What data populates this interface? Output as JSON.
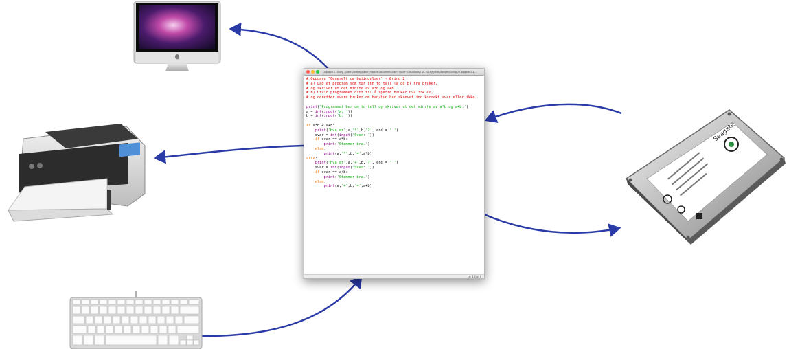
{
  "editor": {
    "title": "Oppgave 2 - Ikuzy - /Users/andreji/Library/Mobile Documents/com~apple~CloudDocs/TDK 2018/Python/Bongen/Øving 2/Oppgave 2-1...",
    "status": "Ln: 1   Col: 0",
    "code_lines": [
      [
        {
          "t": "# Oppgave \"Generelt om betingelser\" - Øving 2",
          "c": "c"
        }
      ],
      [
        {
          "t": "# a) Lag et program som tar inn to tall (a og b) fra bruker,",
          "c": "c"
        }
      ],
      [
        {
          "t": "# og skriver ut det minste av a*b og a+b.",
          "c": "c"
        }
      ],
      [
        {
          "t": "# b) Utvid programmet ditt til å spørre bruker hva 3*4 er,",
          "c": "c"
        }
      ],
      [
        {
          "t": "# og deretter svare bruker om han/hun har skrevet inn korrekt svar eller ikke.",
          "c": "c"
        }
      ],
      [],
      [
        {
          "t": "print",
          "c": "b"
        },
        {
          "t": "("
        },
        {
          "t": "'Programmet ber om to tall og skriver ut det minste av a*b og a+b.'",
          "c": "s"
        },
        {
          "t": ")"
        }
      ],
      [
        {
          "t": "a = "
        },
        {
          "t": "int",
          "c": "b"
        },
        {
          "t": "("
        },
        {
          "t": "input",
          "c": "b"
        },
        {
          "t": "("
        },
        {
          "t": "'a: '",
          "c": "s"
        },
        {
          "t": "))"
        }
      ],
      [
        {
          "t": "b = "
        },
        {
          "t": "int",
          "c": "b"
        },
        {
          "t": "("
        },
        {
          "t": "input",
          "c": "b"
        },
        {
          "t": "("
        },
        {
          "t": "'b: '",
          "c": "s"
        },
        {
          "t": "))"
        }
      ],
      [],
      [
        {
          "t": "if",
          "c": "k"
        },
        {
          "t": " a*b < a+b:"
        }
      ],
      [
        {
          "t": "    "
        },
        {
          "t": "print",
          "c": "b"
        },
        {
          "t": "("
        },
        {
          "t": "'Hva er'",
          "c": "s"
        },
        {
          "t": ",a,"
        },
        {
          "t": "'*'",
          "c": "s"
        },
        {
          "t": ",b,"
        },
        {
          "t": "'?'",
          "c": "s"
        },
        {
          "t": ", end = "
        },
        {
          "t": "' '",
          "c": "s"
        },
        {
          "t": ")"
        }
      ],
      [
        {
          "t": "    svar = "
        },
        {
          "t": "int",
          "c": "b"
        },
        {
          "t": "("
        },
        {
          "t": "input",
          "c": "b"
        },
        {
          "t": "("
        },
        {
          "t": "'Svar: '",
          "c": "s"
        },
        {
          "t": "))"
        }
      ],
      [
        {
          "t": "    "
        },
        {
          "t": "if",
          "c": "k"
        },
        {
          "t": " svar == a*b:"
        }
      ],
      [
        {
          "t": "        "
        },
        {
          "t": "print",
          "c": "b"
        },
        {
          "t": "("
        },
        {
          "t": "'Stemmer bra.'",
          "c": "s"
        },
        {
          "t": ")"
        }
      ],
      [
        {
          "t": "    "
        },
        {
          "t": "else",
          "c": "k"
        },
        {
          "t": ":"
        }
      ],
      [
        {
          "t": "        "
        },
        {
          "t": "print",
          "c": "b"
        },
        {
          "t": "(a,"
        },
        {
          "t": "'*'",
          "c": "s"
        },
        {
          "t": ",b,"
        },
        {
          "t": "'='",
          "c": "s"
        },
        {
          "t": ",a*b)"
        }
      ],
      [
        {
          "t": "else",
          "c": "k"
        },
        {
          "t": ":"
        }
      ],
      [
        {
          "t": "    "
        },
        {
          "t": "print",
          "c": "b"
        },
        {
          "t": "("
        },
        {
          "t": "'Hva er'",
          "c": "s"
        },
        {
          "t": ",a,"
        },
        {
          "t": "'+'",
          "c": "s"
        },
        {
          "t": ",b,"
        },
        {
          "t": "'?'",
          "c": "s"
        },
        {
          "t": ", end = "
        },
        {
          "t": "' '",
          "c": "s"
        },
        {
          "t": ")"
        }
      ],
      [
        {
          "t": "    svar = "
        },
        {
          "t": "int",
          "c": "b"
        },
        {
          "t": "("
        },
        {
          "t": "input",
          "c": "b"
        },
        {
          "t": "("
        },
        {
          "t": "'Svar: '",
          "c": "s"
        },
        {
          "t": "))"
        }
      ],
      [
        {
          "t": "    "
        },
        {
          "t": "if",
          "c": "k"
        },
        {
          "t": " svar == a+b:"
        }
      ],
      [
        {
          "t": "        "
        },
        {
          "t": "print",
          "c": "b"
        },
        {
          "t": "("
        },
        {
          "t": "'Stemmer bra.'",
          "c": "s"
        },
        {
          "t": ")"
        }
      ],
      [
        {
          "t": "    "
        },
        {
          "t": "else",
          "c": "k"
        },
        {
          "t": ":"
        }
      ],
      [
        {
          "t": "        "
        },
        {
          "t": "print",
          "c": "b"
        },
        {
          "t": "(a,"
        },
        {
          "t": "'+'",
          "c": "s"
        },
        {
          "t": ",b,"
        },
        {
          "t": "'='",
          "c": "s"
        },
        {
          "t": ",a+b)"
        }
      ]
    ]
  },
  "devices": {
    "monitor": {
      "icon": "imac-monitor-icon"
    },
    "printer": {
      "icon": "printer-icon"
    },
    "keyboard": {
      "icon": "keyboard-icon"
    },
    "harddisk": {
      "icon": "hard-disk-icon",
      "brand_label": "Seagate"
    }
  },
  "colors": {
    "arrow": "#2a3aa6",
    "comment": "#dd0000",
    "keyword": "#ff7700",
    "string": "#00aa00",
    "builtin": "#900090"
  }
}
